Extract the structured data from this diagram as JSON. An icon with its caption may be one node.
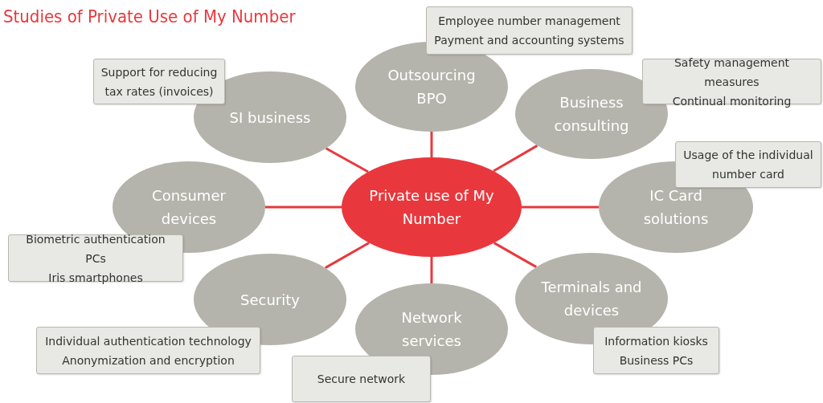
{
  "diagram": {
    "title": "Studies of Private Use of My Number",
    "nodes": [
      {
        "text": [
          "Private use of My Number"
        ]
      },
      {
        "text": [
          "Outsourcing BPO"
        ]
      },
      {
        "text": [
          "Business consulting"
        ]
      },
      {
        "text": [
          "IC Card solutions"
        ]
      },
      {
        "text": [
          "Terminals and devices"
        ]
      },
      {
        "text": [
          "Network services"
        ]
      },
      {
        "text": [
          "Security"
        ]
      },
      {
        "text": [
          "Consumer devices"
        ]
      },
      {
        "text": [
          "SI business"
        ]
      },
      {
        "text": [
          "Employee number management",
          "Payment and accounting systems"
        ]
      },
      {
        "text": [
          "Support for reducing tax rates (invoices)"
        ]
      },
      {
        "text": [
          "Safety management measures",
          "Continual monitoring"
        ]
      },
      {
        "text": [
          "Usage of the individual number card"
        ]
      },
      {
        "text": [
          "Biometric authentication PCs",
          "Iris smartphones"
        ]
      },
      {
        "text": [
          "Individual authentication technology",
          "Anonymization and encryption"
        ]
      },
      {
        "text": [
          "Information kiosks",
          "Business PCs"
        ]
      },
      {
        "text": [
          "Secure network"
        ]
      }
    ],
    "edges": [
      {
        "from": 0,
        "to": 1,
        "arrow": "none"
      },
      {
        "from": 0,
        "to": 2,
        "arrow": "none"
      },
      {
        "from": 0,
        "to": 3,
        "arrow": "none"
      },
      {
        "from": 0,
        "to": 4,
        "arrow": "none"
      },
      {
        "from": 0,
        "to": 5,
        "arrow": "none"
      },
      {
        "from": 0,
        "to": 6,
        "arrow": "none"
      },
      {
        "from": 0,
        "to": 7,
        "arrow": "none"
      },
      {
        "from": 0,
        "to": 8,
        "arrow": "none"
      }
    ]
  }
}
